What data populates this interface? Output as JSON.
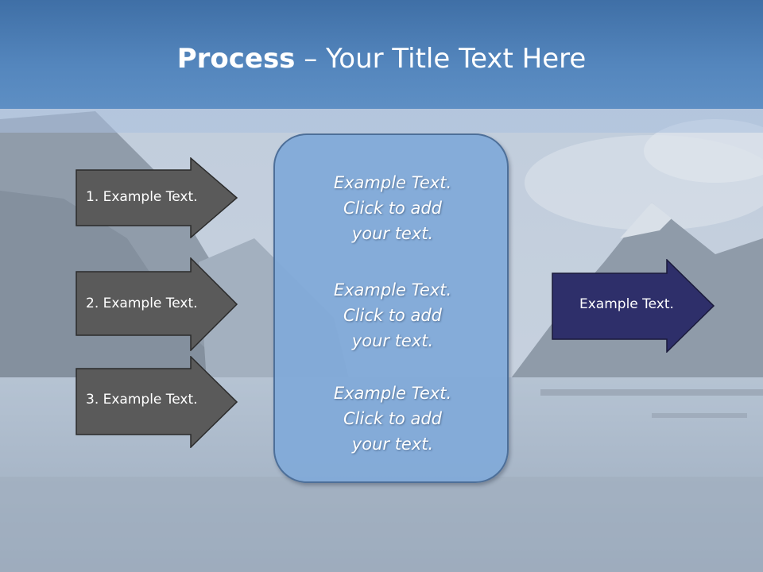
{
  "slide": {
    "title_bold": "Process",
    "title_rest": " – Your Title Text Here",
    "steps": [
      {
        "label": "1. Example Text."
      },
      {
        "label": "2. Example Text."
      },
      {
        "label": "3. Example Text."
      }
    ],
    "center_blocks": [
      {
        "lines": [
          "Example Text.",
          "Click  to add",
          "your text."
        ]
      },
      {
        "lines": [
          "Example Text.",
          "Click  to add",
          "your text."
        ]
      },
      {
        "lines": [
          "Example Text.",
          "Click  to add",
          "your text."
        ]
      }
    ],
    "result": {
      "label": "Example Text."
    }
  },
  "colors": {
    "title_bar": "#4a7cb4",
    "step_arrow_fill": "#5a5a5a",
    "result_arrow_fill": "#2e2f6a",
    "center_box_fill": "#82aad8",
    "center_box_border": "#4d6f99"
  }
}
